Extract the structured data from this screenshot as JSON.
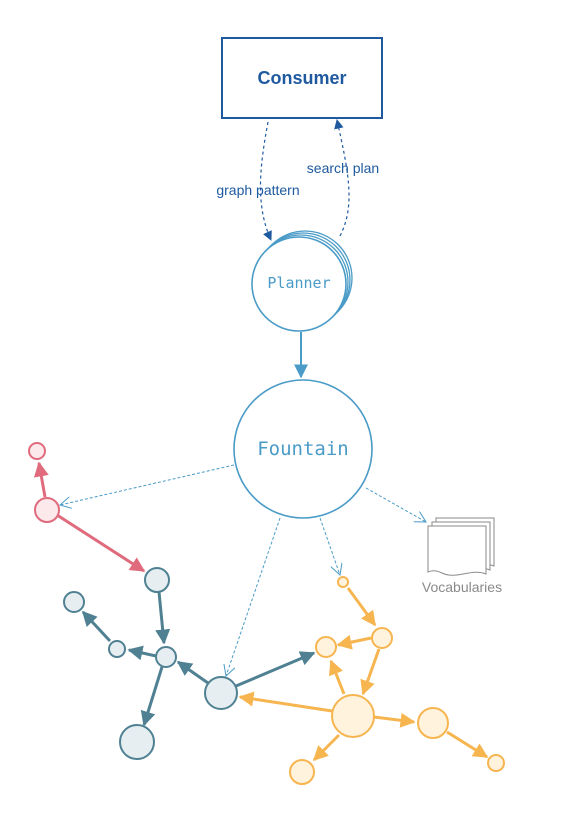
{
  "consumer": {
    "label": "Consumer"
  },
  "edges": {
    "graph_pattern": "graph pattern",
    "search_plan": "search plan"
  },
  "planner": {
    "label": "Planner"
  },
  "fountain": {
    "label": "Fountain"
  },
  "vocabularies": {
    "label": "Vocabularies"
  },
  "colors": {
    "consumer": "#1f5aa0",
    "process": "#4a9bc7",
    "red_graph": "#e06b7d",
    "red_fill": "#fbe9ec",
    "dark_graph": "#4f8193",
    "dark_fill": "#e6eef1",
    "orange_graph": "#f6b54f",
    "orange_fill": "#fff3dd",
    "vocab": "#8a8a8a"
  }
}
